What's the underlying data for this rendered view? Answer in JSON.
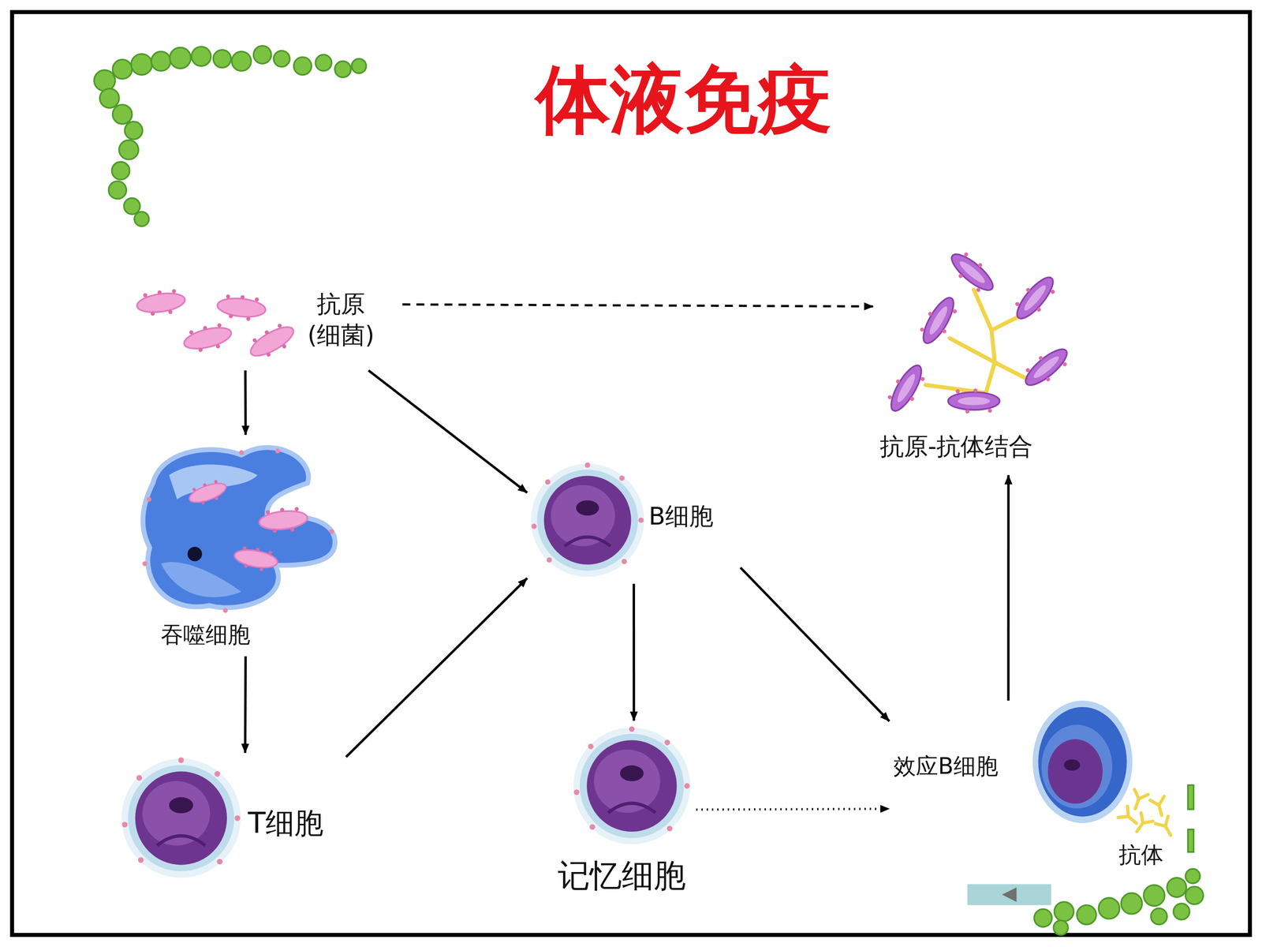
{
  "diagram": {
    "title": "体液免疫",
    "nodes": [
      {
        "text": [
          "抗原 (细菌)"
        ]
      },
      {
        "text": [
          "抗原-抗体结合"
        ]
      },
      {
        "text": [
          "吞噬细胞"
        ]
      },
      {
        "text": [
          "B细胞"
        ]
      },
      {
        "text": [
          "T细胞"
        ]
      },
      {
        "text": [
          "记忆细胞"
        ]
      },
      {
        "text": [
          "效应B细胞"
        ]
      }
    ],
    "edges": [
      {
        "from": 0,
        "to": 2,
        "arrow": "to"
      },
      {
        "from": 0,
        "to": 3,
        "arrow": "to"
      },
      {
        "from": 2,
        "to": 4,
        "arrow": "to"
      },
      {
        "from": 4,
        "to": 3,
        "arrow": "to"
      },
      {
        "from": 3,
        "to": 5,
        "arrow": "to"
      },
      {
        "from": 3,
        "to": 6,
        "arrow": "to"
      },
      {
        "from": 5,
        "to": 6,
        "arrow": "to"
      },
      {
        "from": 6,
        "to": 1,
        "arrow": "to"
      },
      {
        "from": 0,
        "to": 1,
        "arrow": "to"
      }
    ],
    "labels": [
      "抗体"
    ]
  }
}
